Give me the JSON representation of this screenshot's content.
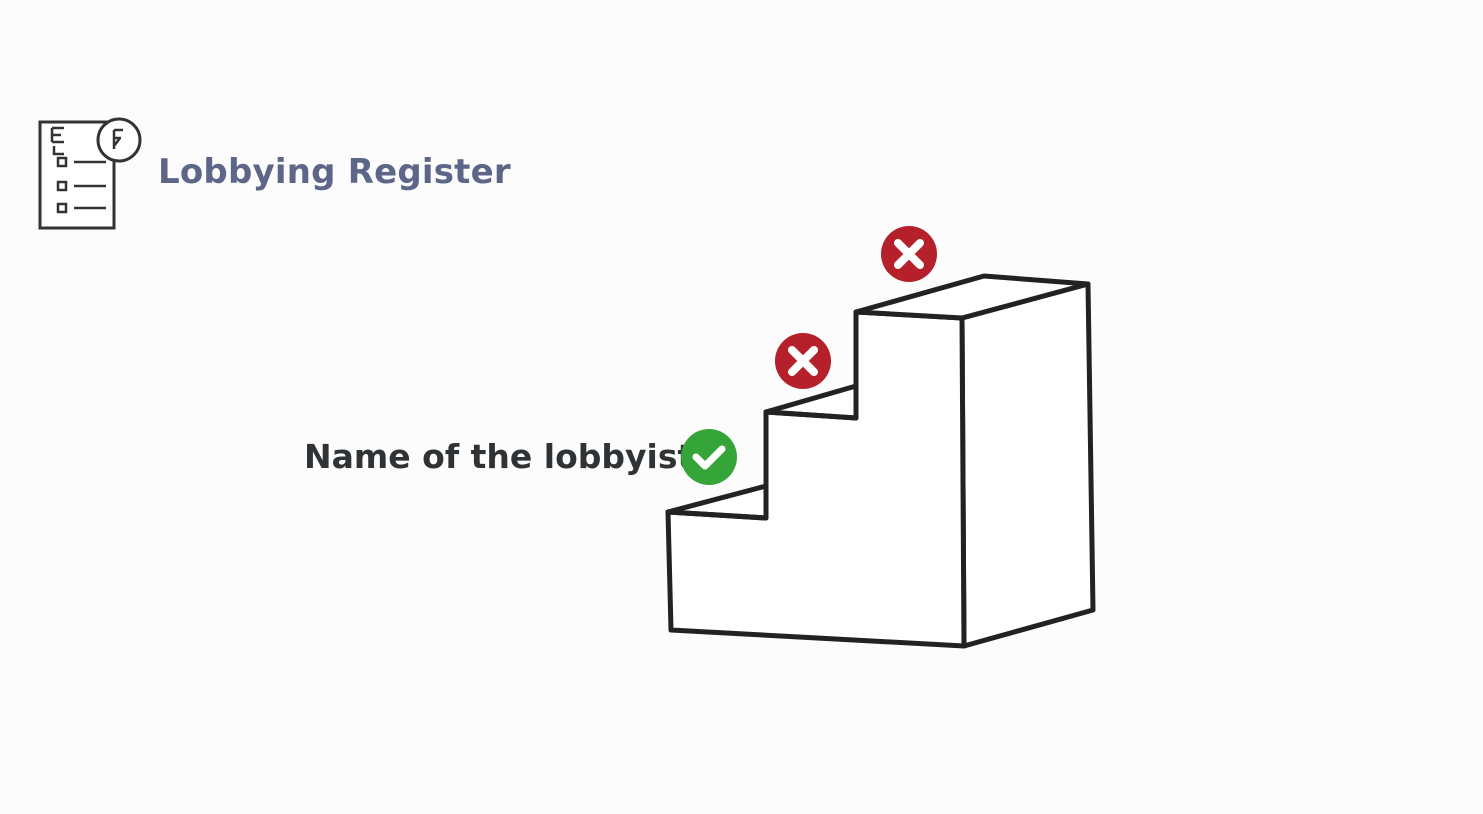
{
  "header": {
    "title": "Lobbying Register",
    "icon": "register-document-icon"
  },
  "diagram": {
    "steps": [
      {
        "label": "Name of the lobbyist",
        "status": "check",
        "status_icon": "check-icon",
        "color": "#35a53a"
      },
      {
        "label": "",
        "status": "cross",
        "status_icon": "cross-icon",
        "color": "#b5202a"
      },
      {
        "label": "",
        "status": "cross",
        "status_icon": "cross-icon",
        "color": "#b5202a"
      }
    ]
  },
  "colors": {
    "background": "#fbfcfb",
    "title": "#5d6588",
    "label": "#2f3336",
    "outline": "#222222",
    "success": "#35a53a",
    "error": "#b5202a"
  }
}
